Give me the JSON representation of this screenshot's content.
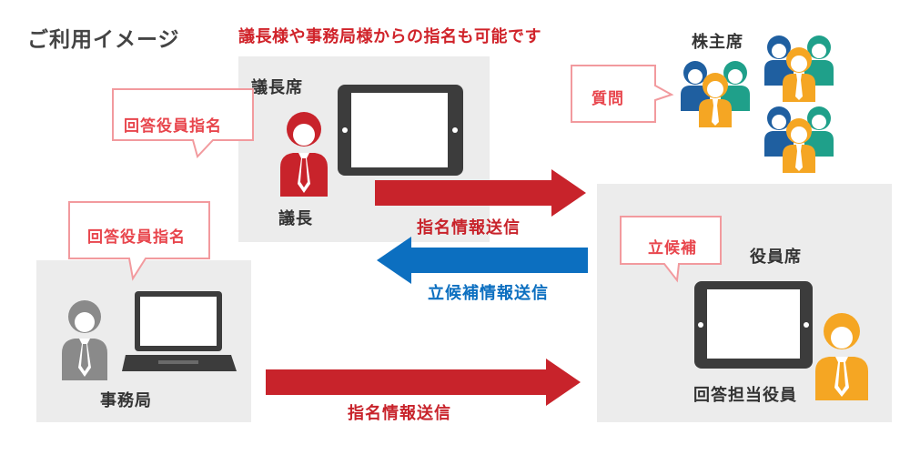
{
  "header": {
    "title": "ご利用イメージ",
    "headline": "議長様や事務局様からの指名も可能です"
  },
  "chair_panel": {
    "label": "議長席",
    "person_label": "議長",
    "callout": "回答役員指名"
  },
  "office_panel": {
    "label": "事務局",
    "callout": "回答役員指名"
  },
  "officer_panel": {
    "label": "役員席",
    "person_label": "回答担当役員",
    "callout": "立候補"
  },
  "shareholders": {
    "label": "株主席",
    "callout": "質問"
  },
  "arrows": {
    "chair_to_officer": "指名情報送信",
    "officer_to_chair": "立候補情報送信",
    "office_to_officer": "指名情報送信"
  },
  "colors": {
    "red": "#c8232b",
    "blue": "#0c6fc0",
    "callout_border": "#f29a9e",
    "callout_text": "#e8464d",
    "panel": "#ececec",
    "device": "#3c3c3c",
    "orange": "#f5a623",
    "teal": "#1fa08a",
    "navy": "#1f5fa0",
    "gray_person": "#8a8a8a"
  }
}
